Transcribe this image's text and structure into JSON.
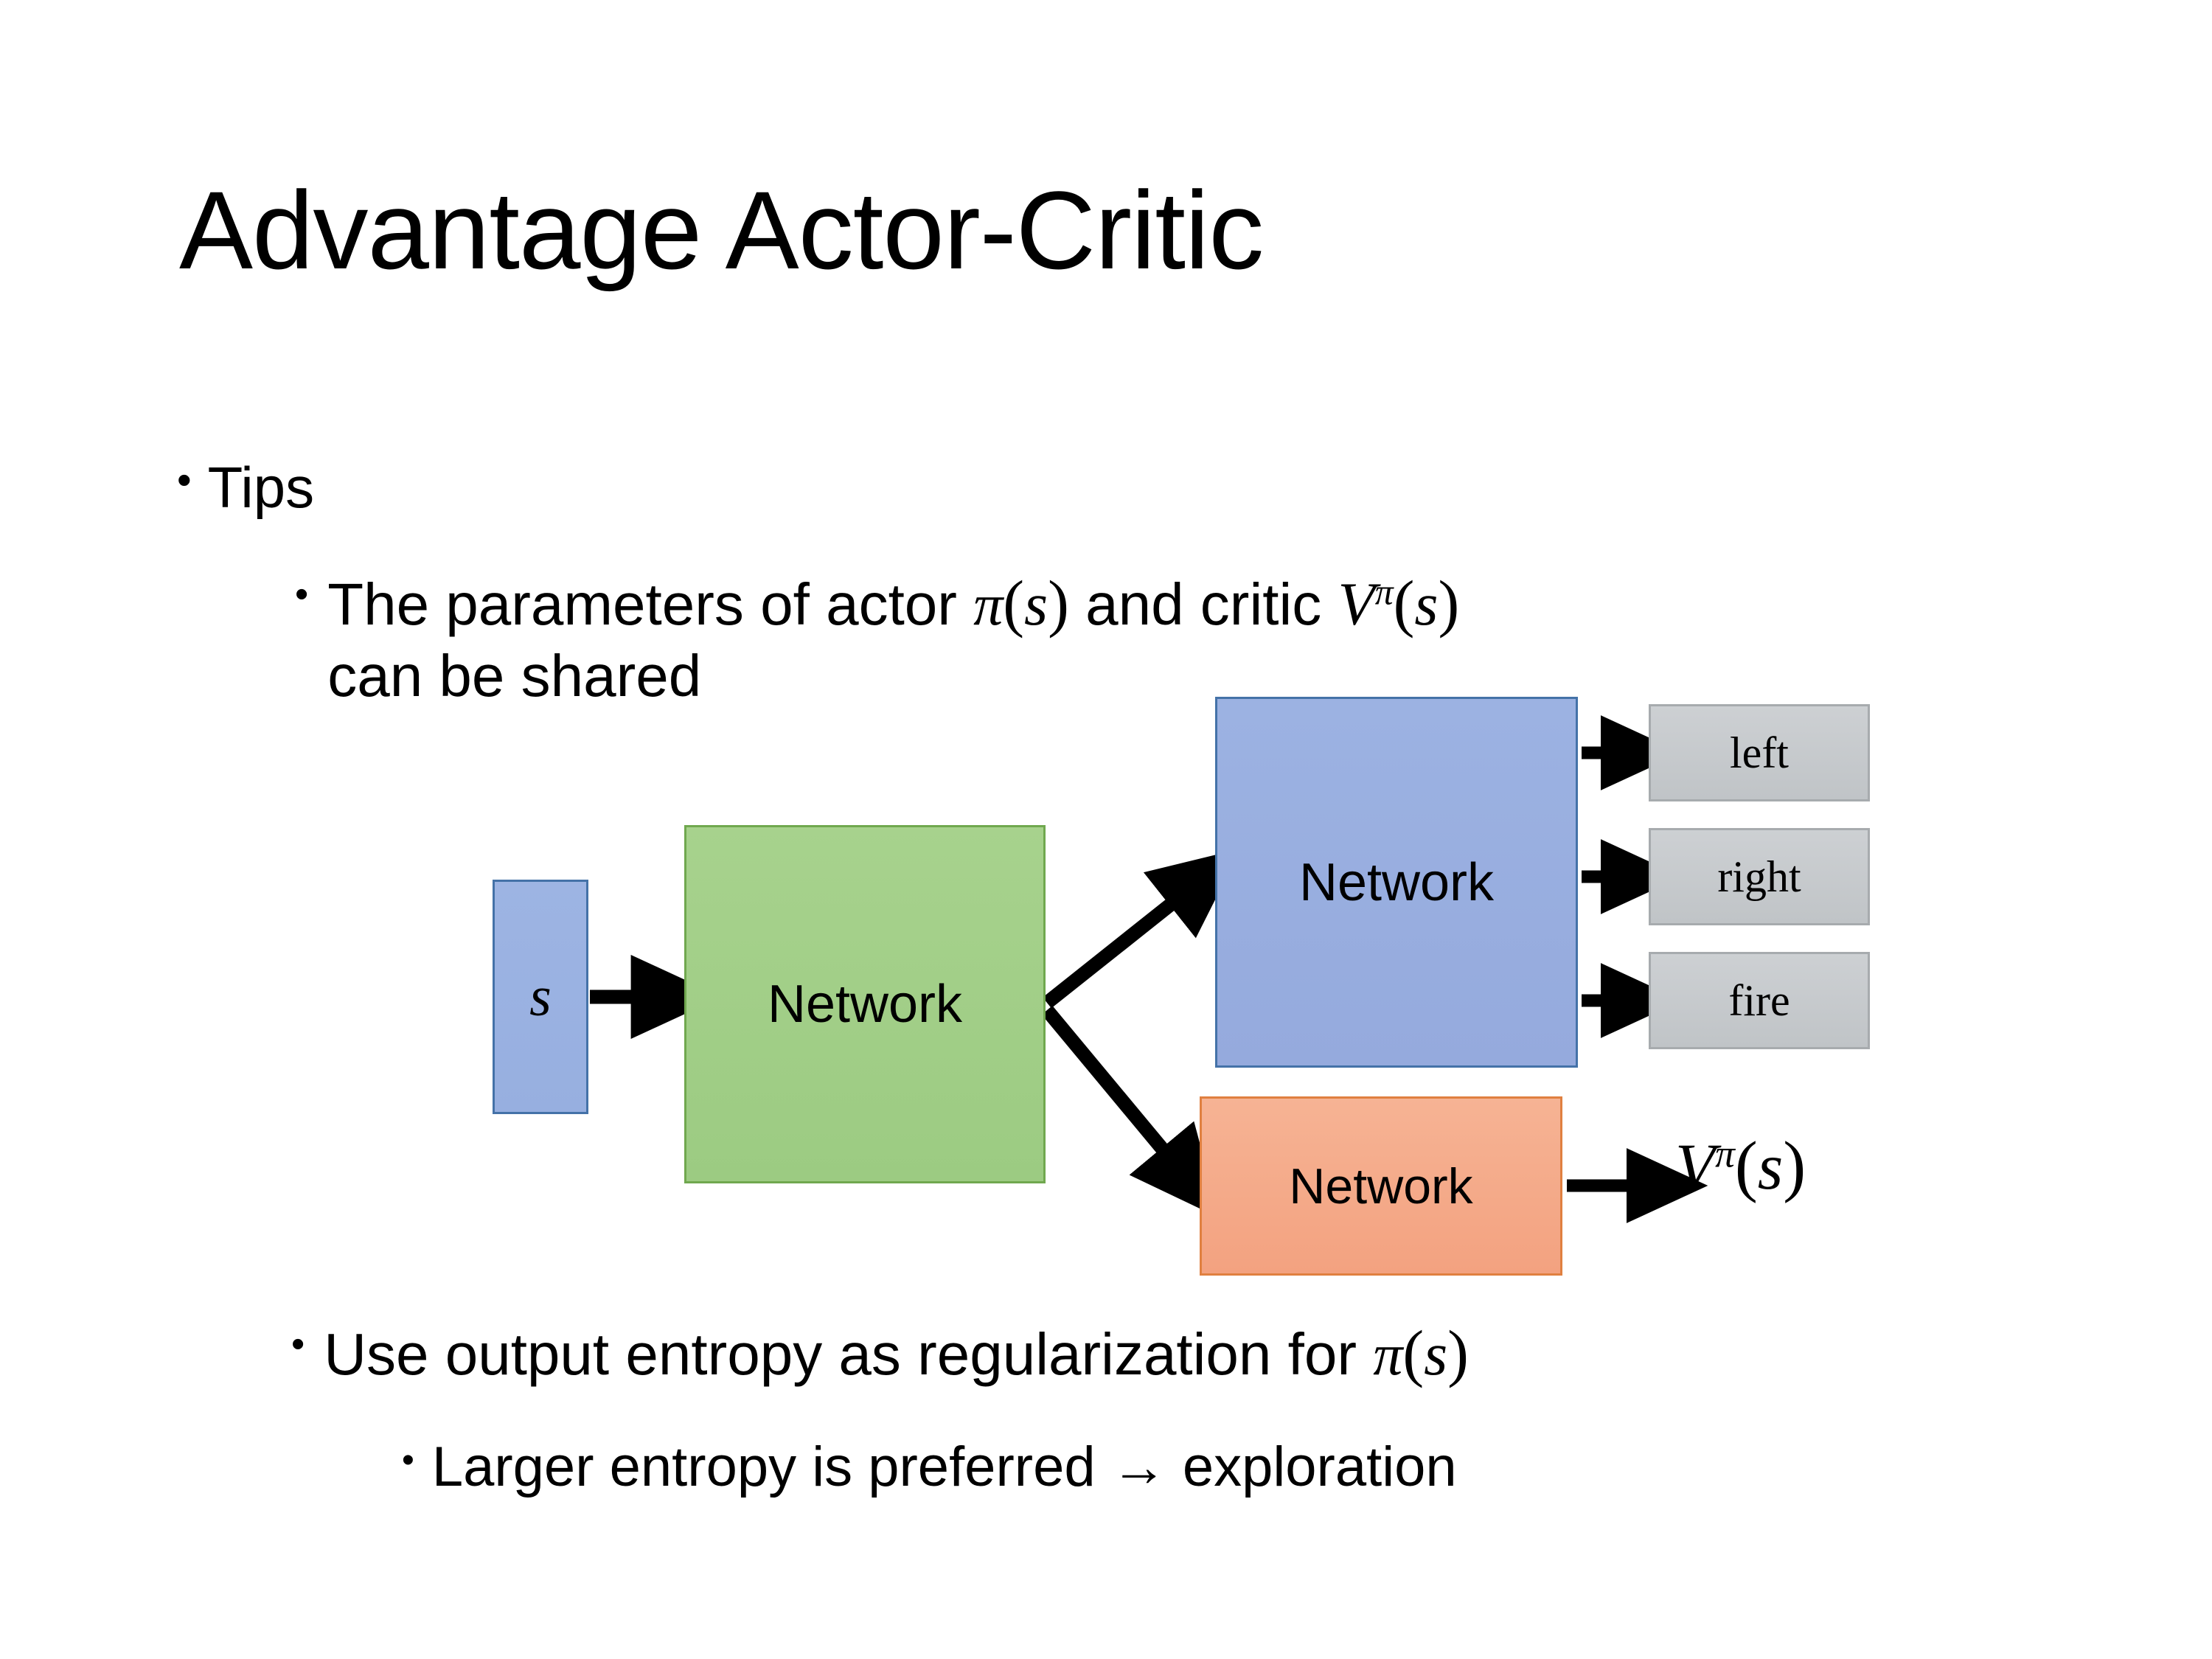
{
  "slide": {
    "title": "Advantage Actor-Critic",
    "background_color": "#ffffff",
    "text_color": "#000000"
  },
  "bullets": {
    "tips": {
      "marker": "•",
      "text": "Tips"
    },
    "shared": {
      "marker": "•",
      "line1_prefix": "The parameters of actor ",
      "actor_symbol": "π",
      "actor_open": "(",
      "actor_arg": "s",
      "actor_close": ")",
      "line1_middle": "  and critic ",
      "critic_symbol": "V",
      "critic_sup": "π",
      "critic_open": "(",
      "critic_arg": "s",
      "critic_close": ")",
      "line2": "can be shared"
    },
    "entropy": {
      "marker": "•",
      "text_prefix": "Use output entropy as regularization for ",
      "policy_symbol": "π",
      "policy_open": "(",
      "policy_arg": "s",
      "policy_close": ")"
    },
    "larger": {
      "marker": "•",
      "text": "Larger entropy is preferred → exploration"
    }
  },
  "diagram": {
    "state_box": {
      "label": "s",
      "fill": "#9db4e3",
      "border": "#4472a8"
    },
    "shared_network": {
      "label": "Network",
      "fill": "#a7d28d",
      "border": "#70a84f"
    },
    "actor_network": {
      "label": "Network",
      "fill": "#9cb2e2",
      "border": "#4472a8"
    },
    "critic_network": {
      "label": "Network",
      "fill": "#f6b394",
      "border": "#e08040"
    },
    "action_outputs": [
      {
        "label": "left",
        "fill": "#cdd0d3",
        "border": "#a7abae"
      },
      {
        "label": "right",
        "fill": "#cdd0d3",
        "border": "#a7abae"
      },
      {
        "label": "fire",
        "fill": "#cdd0d3",
        "border": "#a7abae"
      }
    ],
    "value_output": {
      "symbol": "V",
      "sup": "π",
      "open": "(",
      "arg": "s",
      "close": ")"
    },
    "arrow_color": "#000000"
  }
}
